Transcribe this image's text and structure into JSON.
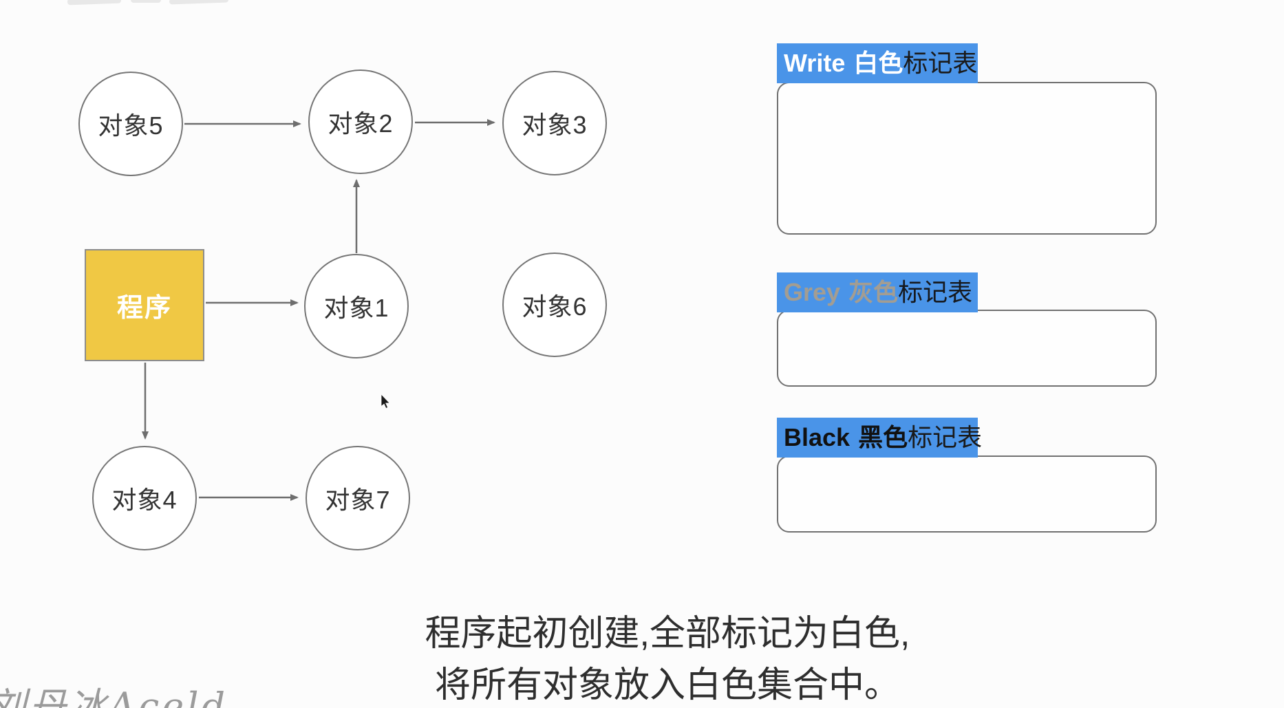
{
  "diagram": {
    "program_node": {
      "label": "程序"
    },
    "objects": {
      "obj1": {
        "label": "对象1"
      },
      "obj2": {
        "label": "对象2"
      },
      "obj3": {
        "label": "对象3"
      },
      "obj4": {
        "label": "对象4"
      },
      "obj5": {
        "label": "对象5"
      },
      "obj6": {
        "label": "对象6"
      },
      "obj7": {
        "label": "对象7"
      }
    },
    "edges": [
      {
        "from": "对象5",
        "to": "对象2"
      },
      {
        "from": "对象2",
        "to": "对象3"
      },
      {
        "from": "对象1",
        "to": "对象2"
      },
      {
        "from": "程序",
        "to": "对象1"
      },
      {
        "from": "程序",
        "to": "对象4"
      },
      {
        "from": "对象4",
        "to": "对象7"
      }
    ]
  },
  "panels": {
    "white": {
      "en": "Write",
      "cn": "白色",
      "suffix": "标记表"
    },
    "grey": {
      "en": "Grey",
      "cn": "灰色",
      "suffix": "标记表"
    },
    "black": {
      "en": "Black",
      "cn": "黑色",
      "suffix": "标记表"
    }
  },
  "caption": {
    "line1": "程序起初创建,全部标记为白色,",
    "line2": "将所有对象放入白色集合中。"
  },
  "watermark": {
    "text": "刘丹冰Aceld"
  },
  "colors": {
    "accent_blue": "#4a94e8",
    "program_yellow": "#f0c844",
    "grey_label_text": "#a39d92",
    "label_dark_text": "#1a1a1a",
    "arrow_grey": "#6e6e6e"
  }
}
